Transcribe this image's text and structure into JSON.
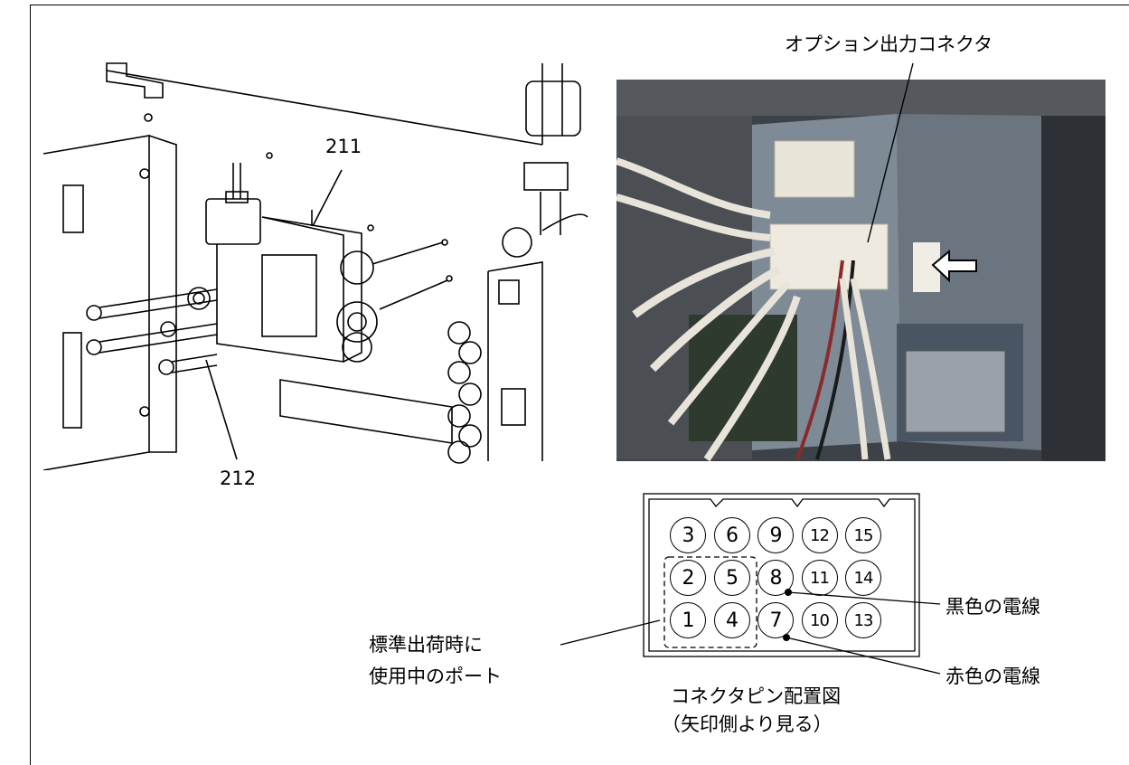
{
  "callouts": {
    "connector_label": "オプション出力コネクタ",
    "part_211": "211",
    "part_212": "212",
    "black_wire": "黒色の電線",
    "red_wire": "赤色の電線",
    "standard_port_line1": "標準出荷時に",
    "standard_port_line2": "使用中のポート"
  },
  "pin_diagram": {
    "caption_line1": "コネクタピン配置図",
    "caption_line2": "（矢印側より見る）",
    "rows": [
      [
        "3",
        "6",
        "9",
        "12",
        "15"
      ],
      [
        "2",
        "5",
        "8",
        "11",
        "14"
      ],
      [
        "1",
        "4",
        "7",
        "10",
        "13"
      ]
    ]
  },
  "colors": {
    "line": "#000000",
    "background": "#ffffff",
    "arrow": "#ffffff"
  }
}
